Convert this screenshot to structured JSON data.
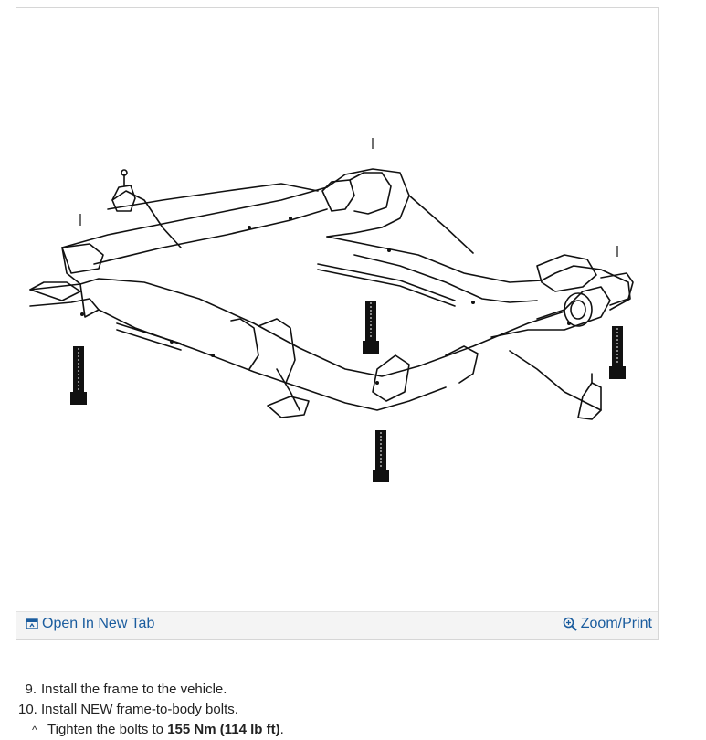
{
  "toolbar": {
    "open_new_tab_label": "Open In New Tab",
    "zoom_print_label": "Zoom/Print",
    "link_color": "#1a5c9e"
  },
  "instructions": {
    "steps": [
      {
        "number": "9.",
        "text": "Install the frame to the vehicle."
      },
      {
        "number": "10.",
        "text": "Install NEW frame-to-body bolts."
      }
    ],
    "substep": {
      "marker": "^",
      "text_before": "Tighten the bolts to ",
      "torque": "155 Nm (114 lb ft)",
      "text_after": "."
    }
  },
  "icons": {
    "open_tab": "open-new-tab-icon",
    "zoom": "magnifier-zoom-icon"
  }
}
